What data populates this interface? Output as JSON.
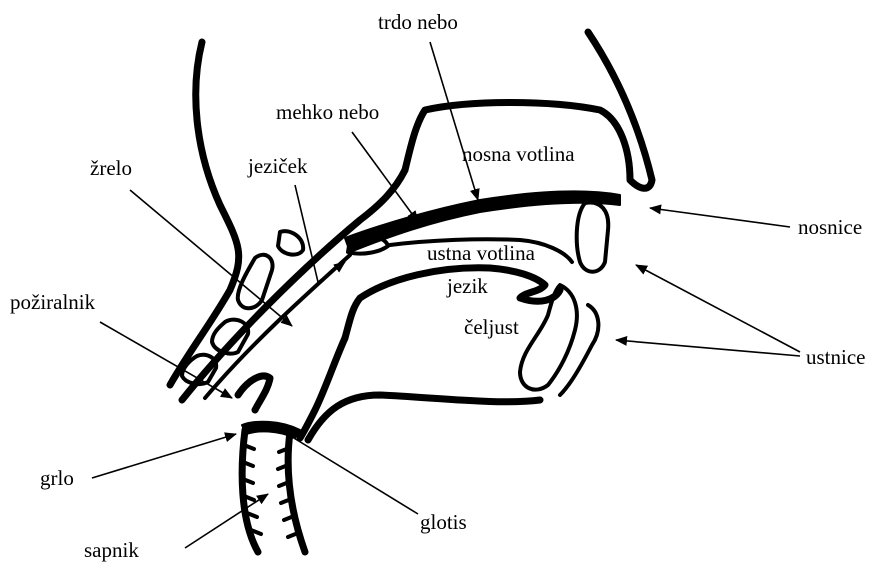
{
  "labels": {
    "trdo_nebo": "trdo nebo",
    "mehko_nebo": "mehko nebo",
    "nosna_votlina": "nosna votlina",
    "zrelo": "žrelo",
    "jezicek": "jeziček",
    "nosnice": "nosnice",
    "ustna_votlina": "ustna votlina",
    "jezik": "jezik",
    "poziralnik": "požiralnik",
    "celjust": "čeljust",
    "ustnice": "ustnice",
    "grlo": "grlo",
    "glotis": "glotis",
    "sapnik": "sapnik"
  }
}
